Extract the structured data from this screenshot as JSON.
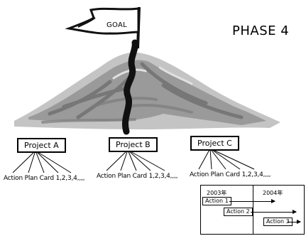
{
  "phase": "PHASE 4",
  "goal": "GOAL",
  "projects": [
    {
      "name": "Project A",
      "card": "Action Plan Card 1,2,3,4,,,,"
    },
    {
      "name": "Project B",
      "card": "Action Plan Card 1,2,3,4,,,,"
    },
    {
      "name": "Project C",
      "card": "Action Plan Card 1,2,3,4,,,,"
    }
  ],
  "timeline": {
    "years": [
      "2003年",
      "2004年"
    ],
    "actions": [
      "Action 1",
      "Action 2",
      "Action 3"
    ]
  },
  "colors": {
    "mountain_dark": "#6e6e6e",
    "mountain_mid": "#9a9a9a",
    "mountain_light": "#c4c4c4",
    "path": "#111111"
  },
  "icons": [
    "goal-flag-icon",
    "mountain-illustration",
    "path-trail-icon"
  ]
}
